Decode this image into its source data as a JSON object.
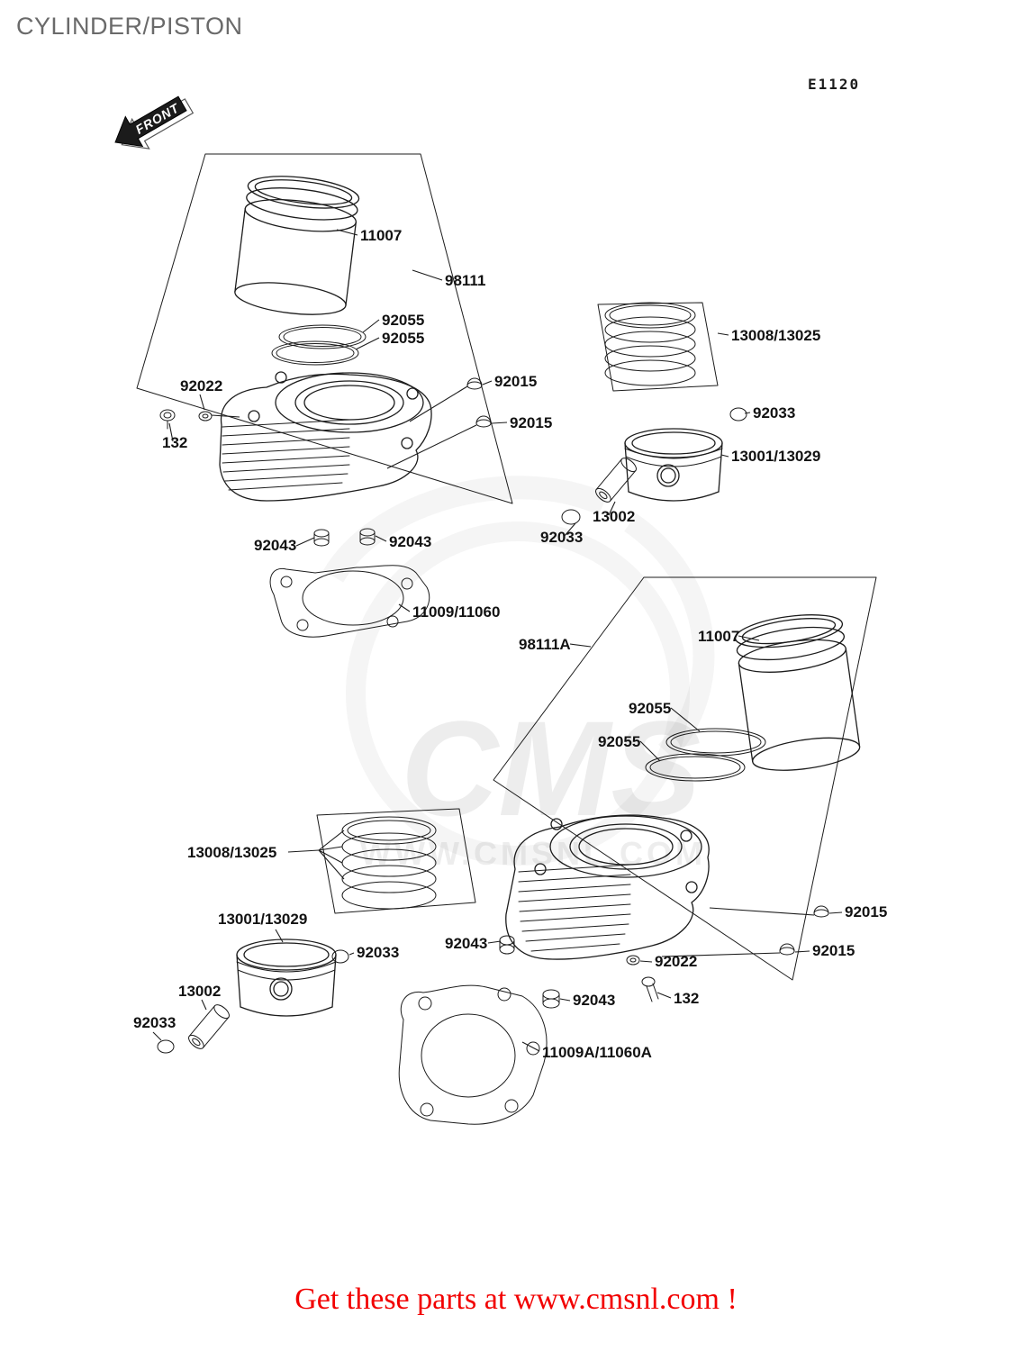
{
  "header": {
    "title": "CYLINDER/PISTON",
    "diagram_code": "E1120"
  },
  "front_arrow": {
    "label": "FRONT"
  },
  "watermark": {
    "text": "CMS",
    "subtext": "WWW.CMSNL.COM"
  },
  "footer": {
    "text": "Get these parts at www.cmsnl.com !"
  },
  "part_labels": {
    "liner_front": "11007",
    "cylinder_front": "98111",
    "oring_front_1": "92055",
    "oring_front_2": "92055",
    "washer_front": "92022",
    "cap_nut_front_1": "92015",
    "cap_nut_front_2": "92015",
    "bolt_front": "132",
    "rings_front": "13008/13025",
    "circlip_front_1": "92033",
    "piston_front": "13001/13029",
    "pin_front": "13002",
    "circlip_front_2": "92033",
    "dowel_front_1": "92043",
    "dowel_front_2": "92043",
    "gasket_front": "11009/11060",
    "cylinder_rear": "98111A",
    "liner_rear": "11007",
    "oring_rear_1": "92055",
    "oring_rear_2": "92055",
    "rings_rear": "13008/13025",
    "piston_rear": "13001/13029",
    "circlip_rear_1": "92033",
    "dowel_rear_1": "92043",
    "pin_rear": "13002",
    "circlip_rear_2": "92033",
    "washer_rear": "92022",
    "bolt_rear": "132",
    "dowel_rear_2": "92043",
    "cap_nut_rear_1": "92015",
    "cap_nut_rear_2": "92015",
    "gasket_rear": "11009A/11060A"
  }
}
